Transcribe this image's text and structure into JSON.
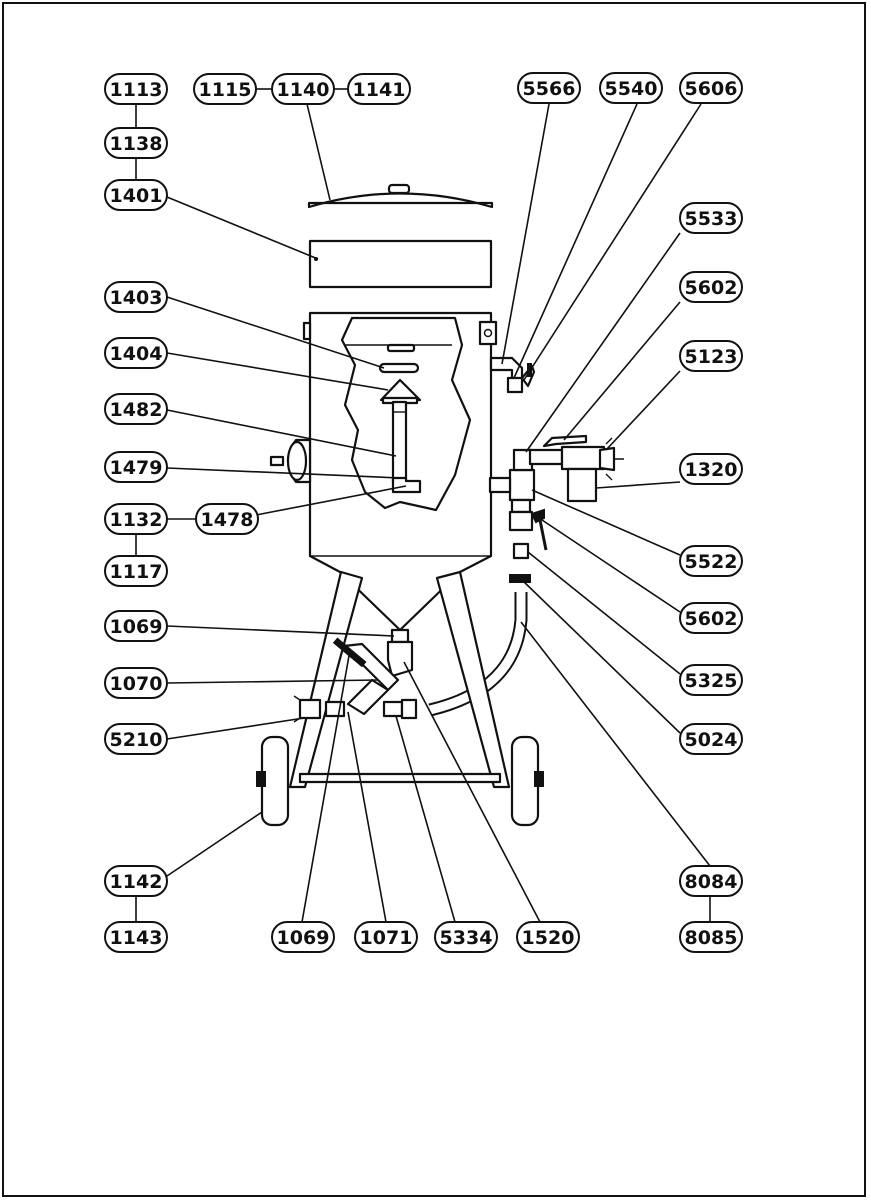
{
  "diagram": {
    "title": "Sandblaster parts diagram",
    "labels": {
      "l1113": "1113",
      "l1138": "1138",
      "l1401": "1401",
      "l1115": "1115",
      "l1140": "1140",
      "l1141": "1141",
      "l5566": "5566",
      "l5540": "5540",
      "l5606": "5606",
      "l5533": "5533",
      "l5602a": "5602",
      "l5123": "5123",
      "l1320": "1320",
      "l1403": "1403",
      "l1404": "1404",
      "l1482": "1482",
      "l1479": "1479",
      "l1132": "1132",
      "l1478": "1478",
      "l1117": "1117",
      "l5522": "5522",
      "l5602b": "5602",
      "l5325": "5325",
      "l5024": "5024",
      "l1069a": "1069",
      "l1070": "1070",
      "l5210": "5210",
      "l1142": "1142",
      "l1143": "1143",
      "l1069b": "1069",
      "l1071": "1071",
      "l5334": "5334",
      "l1520": "1520",
      "l8084": "8084",
      "l8085": "8085"
    }
  }
}
